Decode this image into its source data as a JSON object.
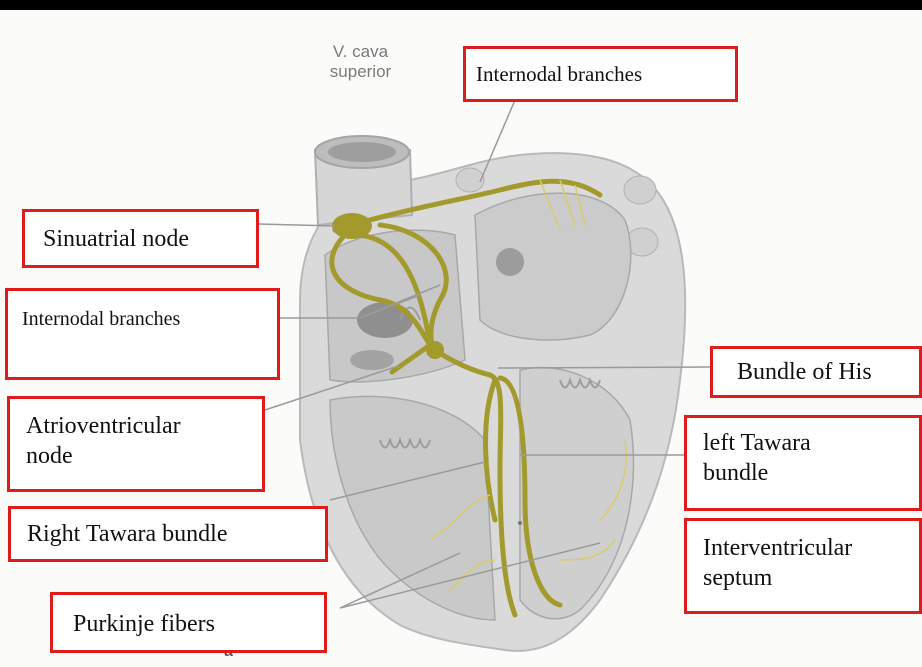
{
  "diagram": {
    "top_annotation_line1": "V. cava",
    "top_annotation_line2": "superior",
    "figure_letter": "a"
  },
  "labels": {
    "internodal_top": "Internodal branches",
    "sinuatrial": "Sinuatrial node",
    "internodal_left": "Internodal branches",
    "bundle_his": "Bundle of His",
    "av_node_line1": "Atrioventricular",
    "av_node_line2": "node",
    "left_tawara_line1": "left Tawara",
    "left_tawara_line2": "bundle",
    "right_tawara": "Right Tawara bundle",
    "interventricular_line1": "Interventricular",
    "interventricular_line2": "septum",
    "purkinje": "Purkinje fibers"
  },
  "colors": {
    "label_border": "#e01b1b",
    "conduction": "#a39a2e",
    "heart_fill": "#dadada",
    "chamber_fill": "#c4c4c4"
  }
}
